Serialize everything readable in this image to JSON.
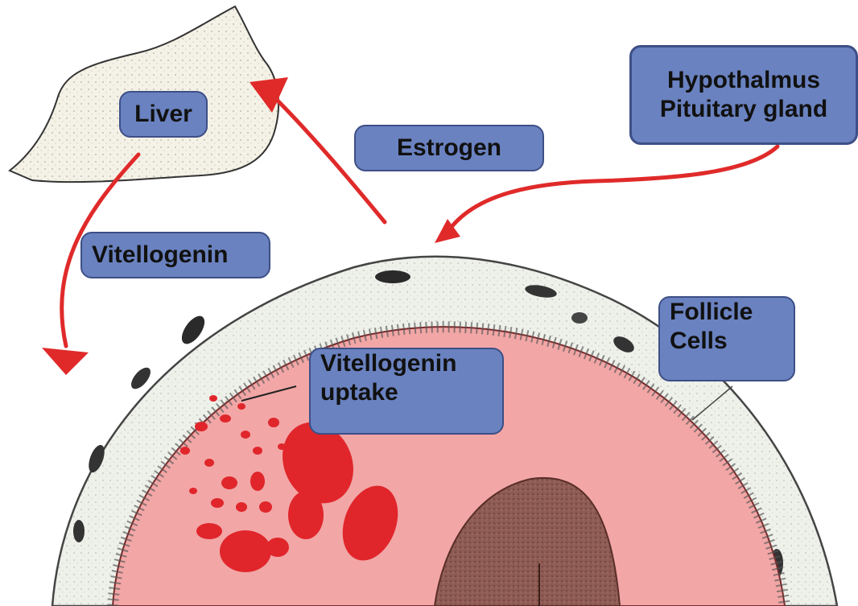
{
  "diagram": {
    "labels": {
      "liver": "Liver",
      "estrogen": "Estrogen",
      "vitellogenin": "Vitellogenin",
      "hypothalamus_line1": "Hypothalmus",
      "hypothalamus_line2": "Pituitary gland",
      "follicle_line1": "Follicle",
      "follicle_line2": "Cells",
      "uptake_line1": "Vitellogenin",
      "uptake_line2": "uptake"
    },
    "colors": {
      "label_fill": "#6a82c0",
      "label_border": "#3d4f86",
      "arrow": "#e02a2a",
      "oocyte": "#f2a6a6",
      "yolk": "#e0262b",
      "nucleus": "#8b5a52",
      "liver": "#f4f1e6"
    }
  }
}
